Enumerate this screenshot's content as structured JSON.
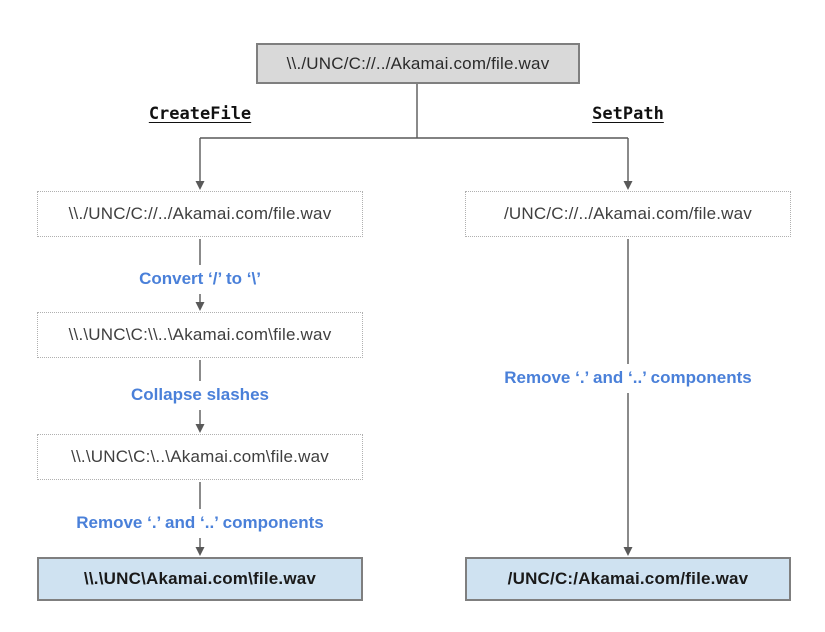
{
  "colors": {
    "line": "#595959",
    "accent_blue": "#4a80d9",
    "root_fill": "#d9d9d9",
    "root_border": "#7f7f7f",
    "final_fill": "#cfe2f1",
    "final_border": "#7f7f7f",
    "dashed_border": "#b0b0b0",
    "path_text": "#3f3f3f",
    "final_text": "#1a1a1a"
  },
  "root_box": {
    "text": "\\\\./UNC/C://../Akamai.com/file.wav"
  },
  "branch_labels": {
    "left": "CreateFile",
    "right": "SetPath"
  },
  "left_flow": {
    "boxes": [
      {
        "text": "\\\\./UNC/C://../Akamai.com/file.wav",
        "style": "dashed"
      },
      {
        "text": "\\\\.\\UNC\\C:\\\\..\\Akamai.com\\file.wav",
        "style": "dashed"
      },
      {
        "text": "\\\\.\\UNC\\C:\\..\\Akamai.com\\file.wav",
        "style": "dashed"
      },
      {
        "text": "\\\\.\\UNC\\Akamai.com\\file.wav",
        "style": "final"
      }
    ],
    "operations": [
      "Convert ‘/’ to ‘\\’",
      "Collapse slashes",
      "Remove ‘.’ and ‘..’ components"
    ]
  },
  "right_flow": {
    "boxes": [
      {
        "text": "/UNC/C://../Akamai.com/file.wav",
        "style": "dashed"
      },
      {
        "text": "/UNC/C:/Akamai.com/file.wav",
        "style": "final"
      }
    ],
    "operations": [
      "Remove ‘.’ and ‘..’ components"
    ]
  }
}
